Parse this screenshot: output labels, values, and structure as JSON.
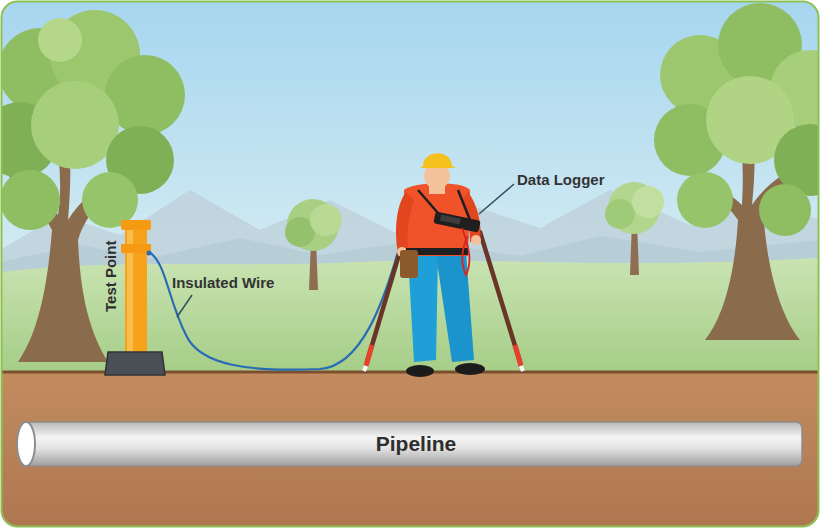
{
  "diagram": {
    "nodes": [
      {
        "text": [
          "Test Point"
        ]
      },
      {
        "text": [
          "Pipeline"
        ]
      }
    ],
    "labels": [
      "Insulated Wire",
      "Data Logger"
    ]
  }
}
